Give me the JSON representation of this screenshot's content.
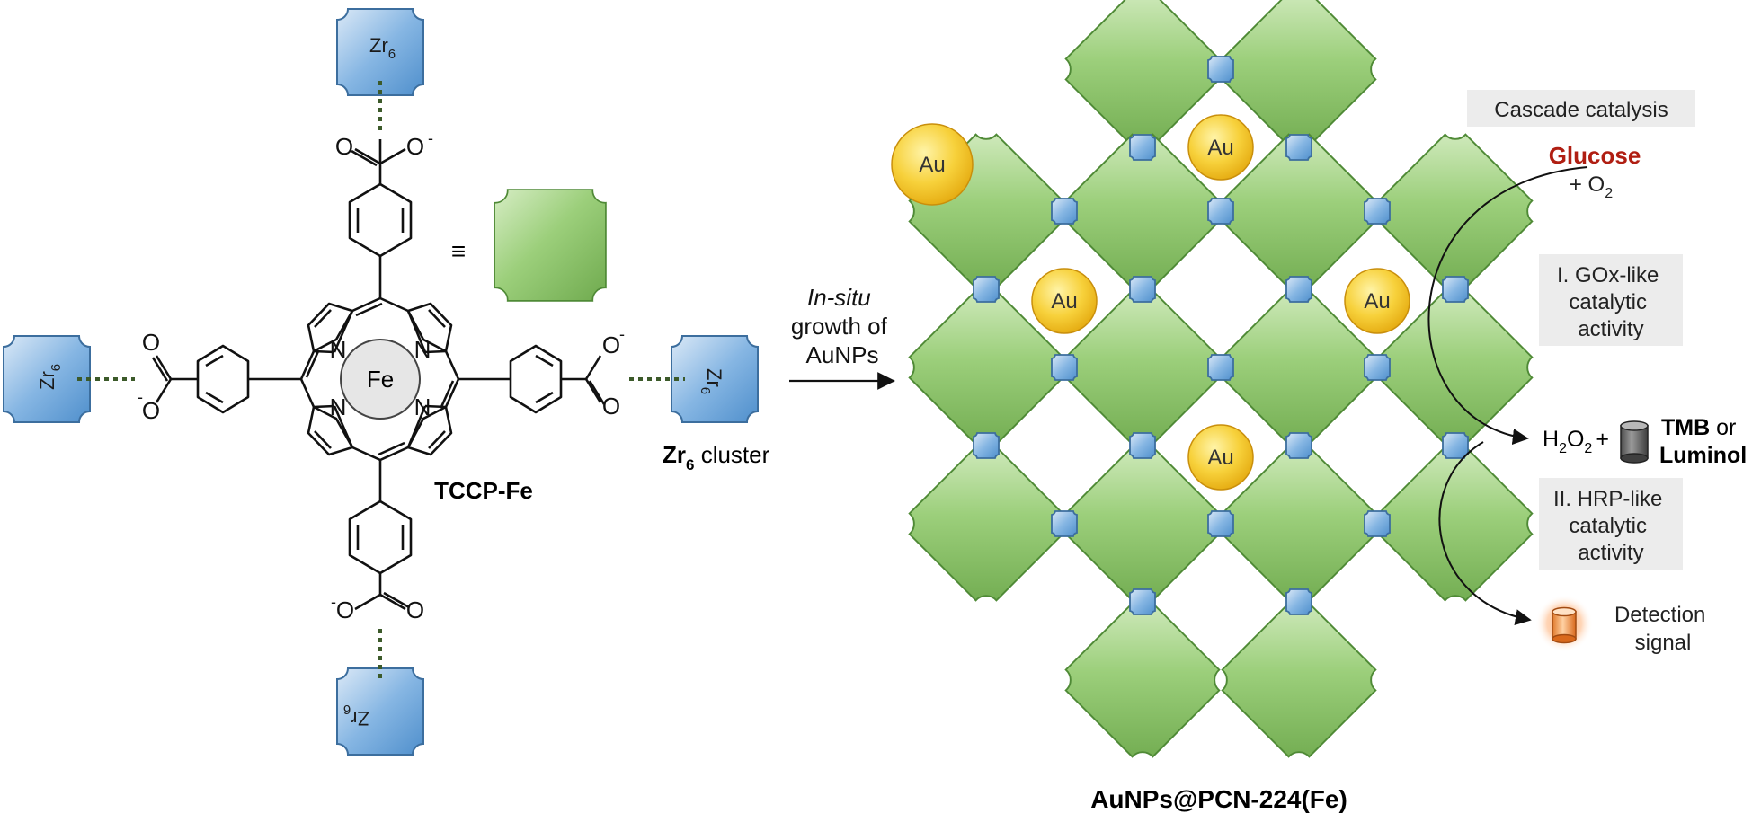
{
  "colors": {
    "cluster_green": "#8cc36b",
    "cluster_green_stroke": "#4f8a36",
    "zr_blue": "#6aa3d8",
    "zr_blue_stroke": "#3c6e9e",
    "gold": "#f4c21f",
    "glucose_red": "#b01e12",
    "grey_box": "#ececec",
    "linker_dash": "#3c5a2a"
  },
  "ligand": {
    "center_metal": "Fe",
    "nitrogen": "N",
    "name": "TCCP-Fe",
    "oxygen": "O",
    "charge_minus": "-",
    "equivalence_symbol": "≡"
  },
  "zr_cluster": {
    "label_main": "Zr",
    "label_sub": "6",
    "caption_rest": " cluster"
  },
  "arrow_label": {
    "line1": "In-situ",
    "line2": "growth of",
    "line3": "AuNPs"
  },
  "framework": {
    "name": "AuNPs@PCN-224(Fe)",
    "nanoparticle_label": "Au"
  },
  "cascade": {
    "title": "Cascade catalysis",
    "glucose": "Glucose",
    "o2_prefix": "+ O",
    "o2_sub": "2",
    "step1_line1": "I. GOx-like",
    "step1_line2": "catalytic",
    "step1_line3": "activity",
    "h2o2_h": "H",
    "h2o2_sub1": "2",
    "h2o2_o": "O",
    "h2o2_sub2": "2",
    "plus": "+",
    "tmb": "TMB",
    "or": " or",
    "luminol": "Luminol",
    "step2_line1": "II. HRP-like",
    "step2_line2": "catalytic",
    "step2_line3": "activity",
    "detection_line1": "Detection",
    "detection_line2": "signal"
  }
}
